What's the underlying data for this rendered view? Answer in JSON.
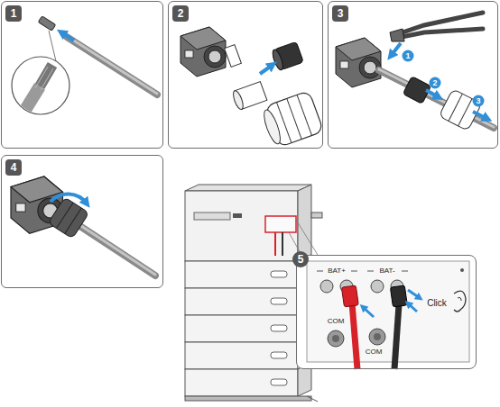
{
  "diagram": {
    "nodes": [
      {
        "text": [
          "1"
        ]
      },
      {
        "text": [
          "2"
        ]
      },
      {
        "text": [
          "3"
        ]
      },
      {
        "text": [
          "4"
        ]
      },
      {
        "text": [
          "5"
        ]
      }
    ],
    "labels": [
      "1",
      "2",
      "3",
      "BAT+",
      "BAT-",
      "COM",
      "COM",
      "Click"
    ]
  }
}
